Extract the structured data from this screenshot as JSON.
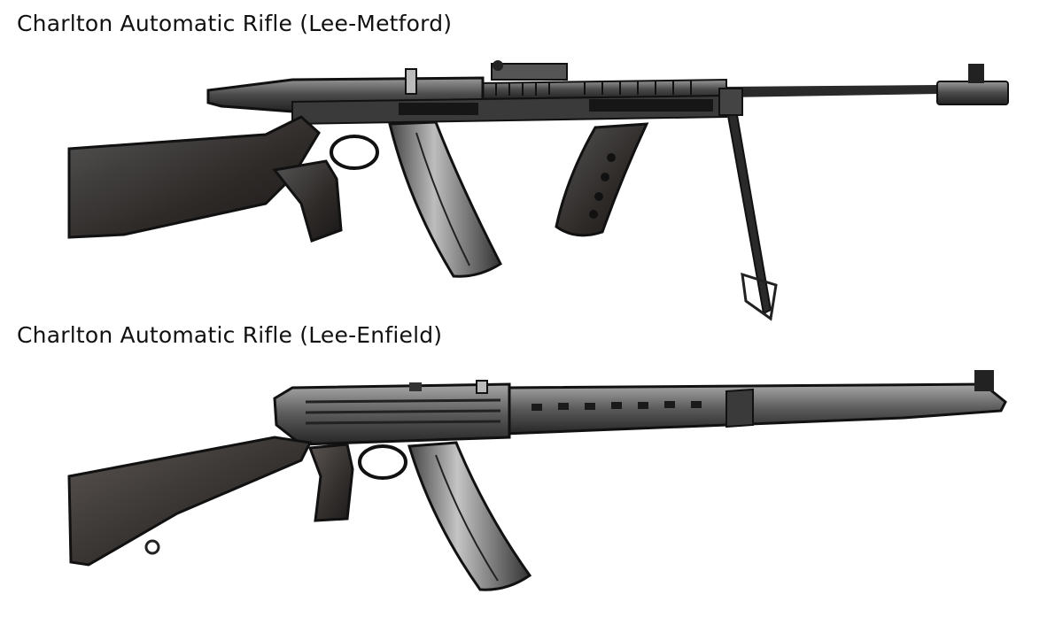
{
  "figures": [
    {
      "caption": "Charlton Automatic Rifle (Lee-Metford)",
      "image": "rifle-photo-with-bipod",
      "colors": {
        "wood": "#3a3634",
        "metal": "#5a5a5a",
        "dark": "#1a1a1a"
      }
    },
    {
      "caption": "Charlton Automatic Rifle (Lee-Enfield)",
      "image": "rifle-photo-without-bipod",
      "colors": {
        "wood": "#3f3b39",
        "metal": "#6a6a6a",
        "dark": "#1e1e1e"
      }
    }
  ]
}
